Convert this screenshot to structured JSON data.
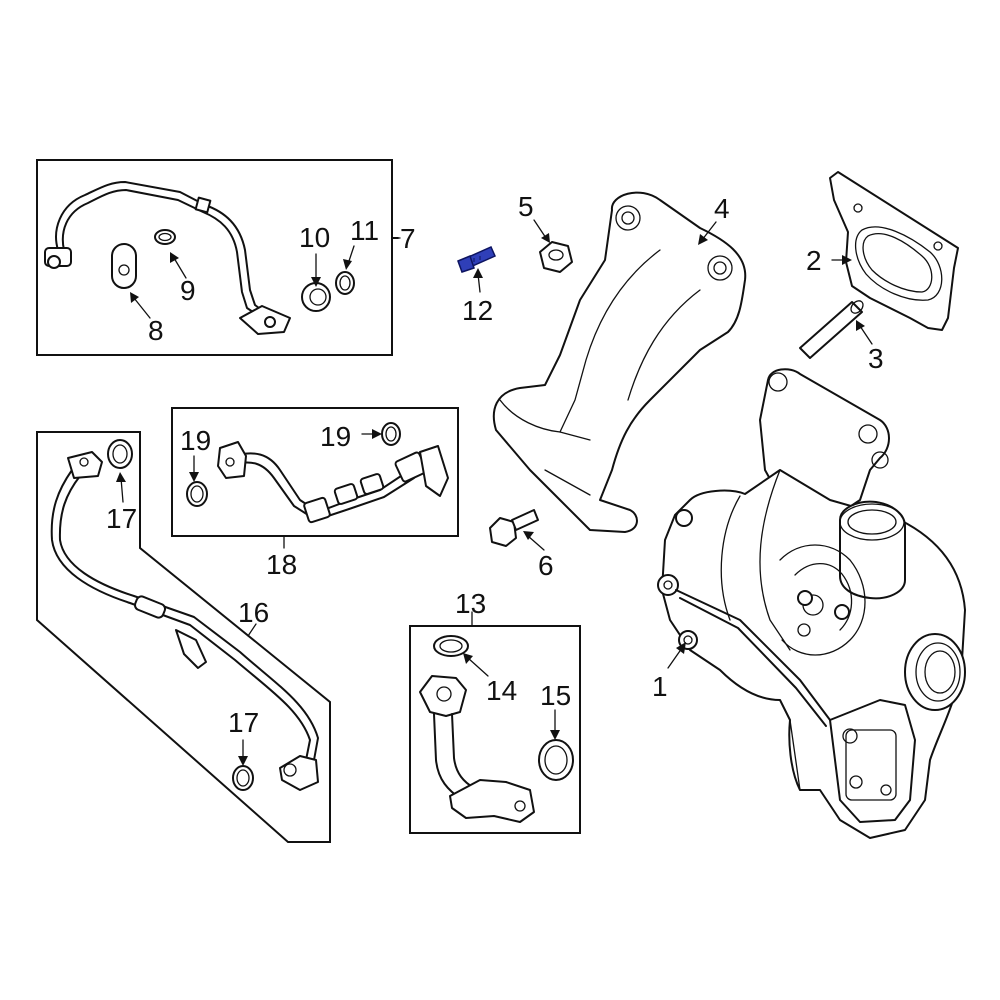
{
  "callouts": {
    "c1": "1",
    "c2": "2",
    "c3": "3",
    "c4": "4",
    "c5": "5",
    "c6": "6",
    "c7": "7",
    "c8": "8",
    "c9": "9",
    "c10": "10",
    "c11": "11",
    "c12": "12",
    "c13": "13",
    "c14": "14",
    "c15": "15",
    "c16": "16",
    "c17a": "17",
    "c17b": "17",
    "c18": "18",
    "c19a": "19",
    "c19b": "19"
  },
  "highlight": {
    "part": "12",
    "color": "#2f3fb8"
  }
}
